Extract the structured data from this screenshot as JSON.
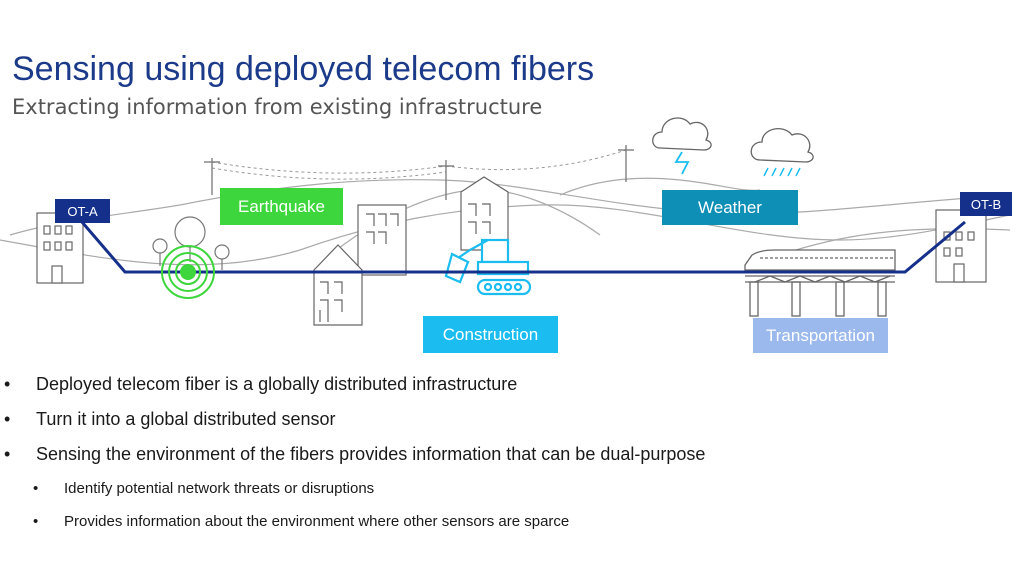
{
  "slide": {
    "title": "Sensing using deployed telecom fibers",
    "subtitle": "Extracting information from existing infrastructure"
  },
  "labels": {
    "earthquake": "Earthquake",
    "weather": "Weather",
    "construction": "Construction",
    "transportation": "Transportation",
    "ot_a": "OT-A",
    "ot_b": "OT-B"
  },
  "bullets": [
    "Deployed telecom fiber is a globally distributed infrastructure",
    "Turn it into a global distributed sensor",
    "Sensing the environment of the fibers provides information that can be dual-purpose"
  ],
  "sub_bullets": [
    "Identify potential network threats or disruptions",
    "Provides information about the environment where other sensors are sparce"
  ],
  "colors": {
    "fiber": "#15308a",
    "earthquake": "#3dd63c",
    "weather": "#0e8fb5",
    "construction": "#1bbdf0",
    "transportation": "#9cb9ee"
  }
}
